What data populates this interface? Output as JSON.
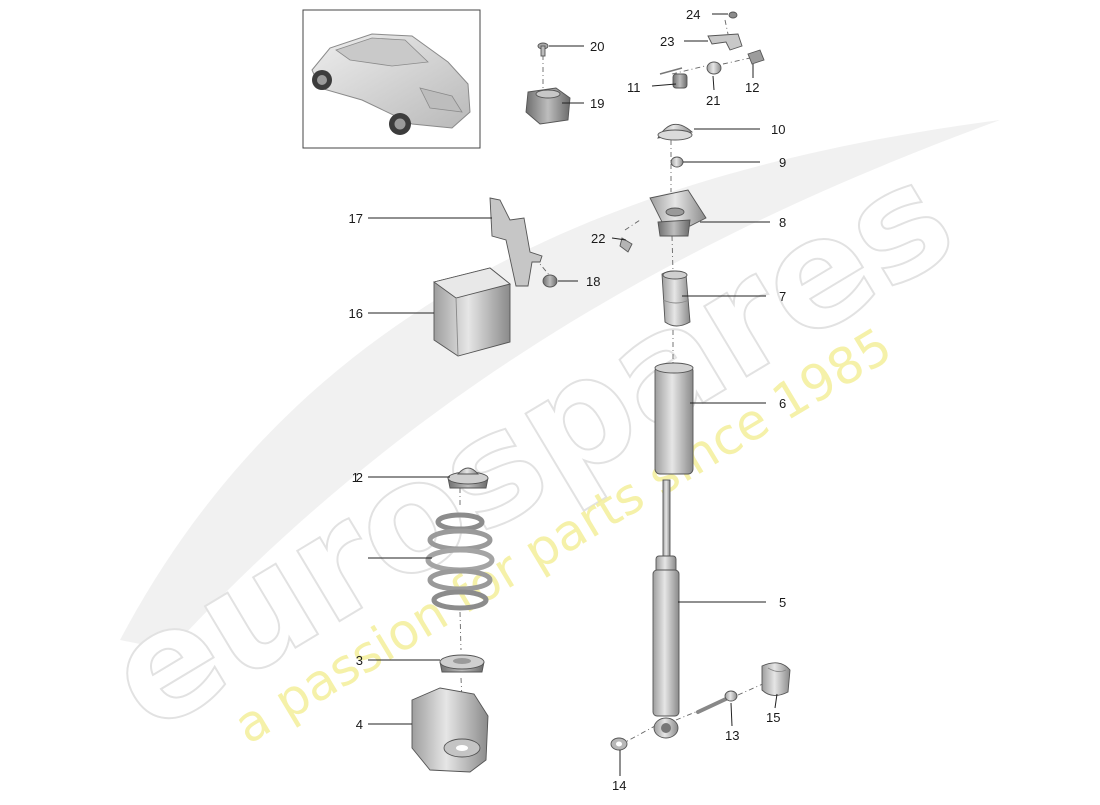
{
  "watermark": {
    "brand": "eurospares",
    "tagline": "a passion for parts since 1985"
  },
  "callouts": [
    {
      "number": "1"
    },
    {
      "number": "2"
    },
    {
      "number": "3"
    },
    {
      "number": "4"
    },
    {
      "number": "5"
    },
    {
      "number": "6"
    },
    {
      "number": "7"
    },
    {
      "number": "8"
    },
    {
      "number": "9"
    },
    {
      "number": "10"
    },
    {
      "number": "11"
    },
    {
      "number": "12"
    },
    {
      "number": "13"
    },
    {
      "number": "14"
    },
    {
      "number": "15"
    },
    {
      "number": "16"
    },
    {
      "number": "17"
    },
    {
      "number": "18"
    },
    {
      "number": "19"
    },
    {
      "number": "20"
    },
    {
      "number": "21"
    },
    {
      "number": "22"
    },
    {
      "number": "23"
    },
    {
      "number": "24"
    }
  ],
  "colors": {
    "part_fill": "#d9d9d9",
    "part_dark": "#a8a8a8",
    "watermark_grey": "#e4e4e4",
    "watermark_yellow": "#f3ef9a"
  }
}
